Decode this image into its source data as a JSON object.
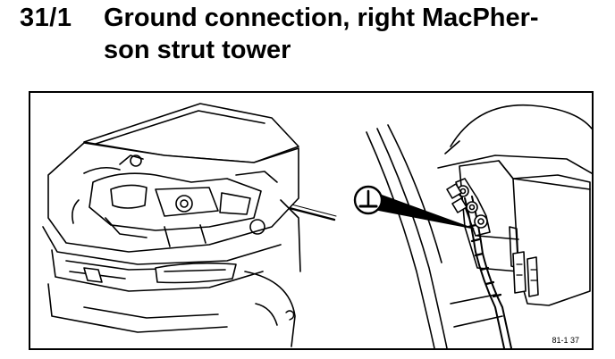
{
  "section": {
    "number": "31/1",
    "title_line1": "Ground connection, right MacPher-",
    "title_line2": "son strut tower"
  },
  "figure": {
    "code": "81-1 37",
    "ground_symbol_icon": "ground-symbol-icon",
    "colors": {
      "line": "#000000",
      "paper": "#ffffff"
    }
  }
}
